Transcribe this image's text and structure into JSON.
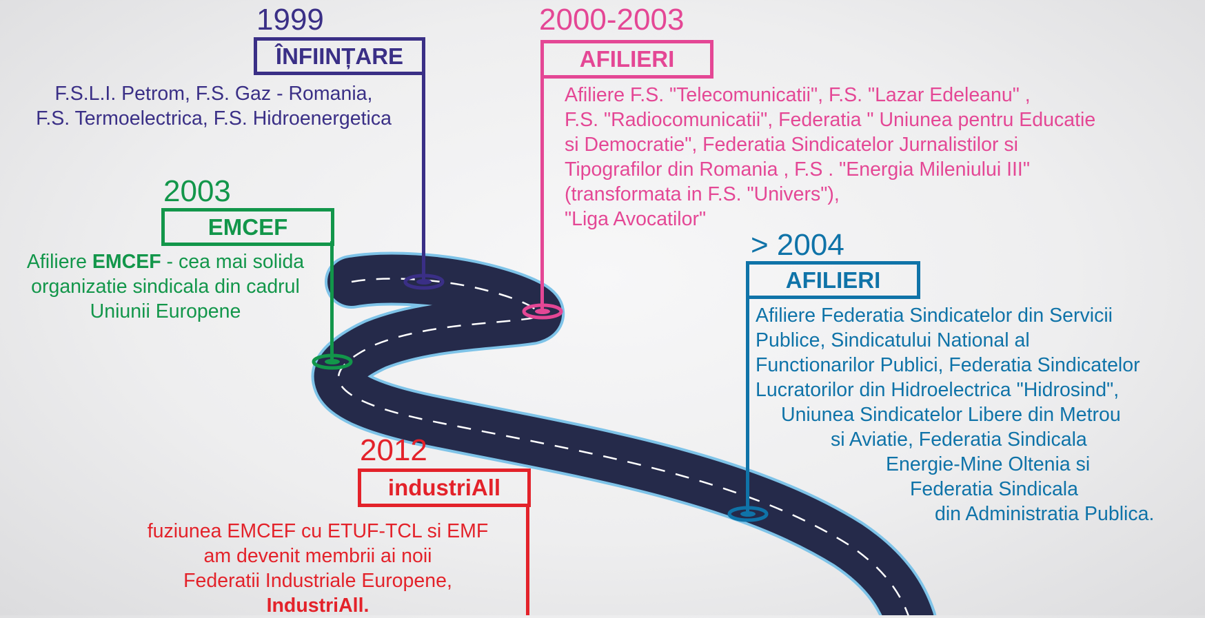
{
  "colors": {
    "1999": "#3a2f86",
    "2000_2003": "#e44795",
    "2003": "#12964a",
    "2004": "#0f73a8",
    "2012": "#e3222a",
    "road": "#252a4a",
    "road_edge": "#7ec3e8"
  },
  "milestones": {
    "m1999": {
      "year": "1999",
      "label": "ÎNFIINȚARE",
      "lines": [
        "F.S.L.I. Petrom, F.S. Gaz - Romania,",
        "F.S. Termoelectrica, F.S. Hidroenergetica"
      ]
    },
    "m2000": {
      "year": "2000-2003",
      "label": "AFILIERI",
      "lines": [
        "Afiliere F.S. \"Telecomunicatii\", F.S. \"Lazar Edeleanu\" ,",
        "F.S. \"Radiocomunicatii\", Federatia \" Uniunea pentru Educatie",
        "si Democratie\", Federatia Sindicatelor Jurnalistilor si",
        "Tipografilor din Romania , F.S . \"Energia Mileniului III\"",
        "(transformata in F.S. \"Univers\"),",
        "\"Liga Avocatilor\""
      ]
    },
    "m2003": {
      "year": "2003",
      "label": "EMCEF",
      "line1_pre": "Afiliere ",
      "line1_bold": "EMCEF",
      "line1_post": " - cea mai solida",
      "lines": [
        "organizatie sindicala din cadrul",
        "Uniunii Europene"
      ]
    },
    "m2004": {
      "year": "> 2004",
      "label": "AFILIERI",
      "lines": [
        "Afiliere Federatia Sindicatelor din Servicii",
        "Publice, Sindicatului National al",
        "Functionarilor Publici, Federatia Sindicatelor",
        "Lucratorilor din Hidroelectrica \"Hidrosind\",",
        "Uniunea Sindicatelor Libere din Metrou",
        "si Aviatie, Federatia Sindicala",
        "Energie-Mine Oltenia si",
        "Federatia Sindicala",
        "din Administratia Publica."
      ]
    },
    "m2012": {
      "year": "2012",
      "label": "industriAll",
      "lines": [
        "fuziunea EMCEF cu ETUF-TCL si EMF",
        "am devenit membrii ai noii",
        "Federatii Industriale Europene,"
      ],
      "bold_line": "IndustriAll."
    }
  }
}
